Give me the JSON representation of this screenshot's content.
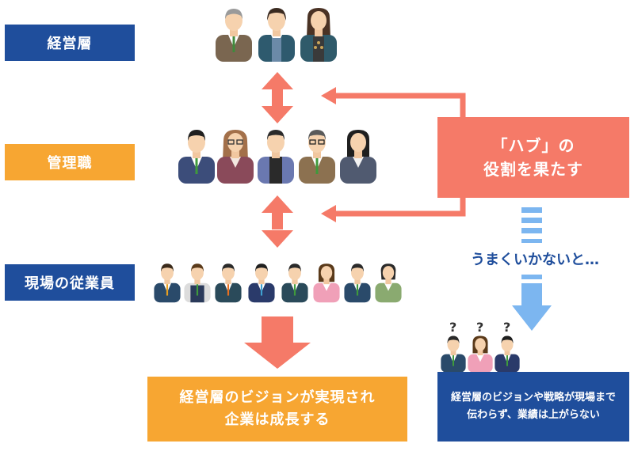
{
  "labels": {
    "executives": "経営層",
    "managers": "管理職",
    "staff": "現場の従業員"
  },
  "hub": {
    "line1": "「ハブ」の",
    "line2": "役割を果たす"
  },
  "result": {
    "line1": "経営層のビジョンが実現され",
    "line2": "企業は成長する"
  },
  "failure": {
    "caption": "うまくいかないと…",
    "line1": "経営層のビジョンや戦略が現場まで",
    "line2": "伝わらず、業績は上がらない",
    "question_mark": "?"
  },
  "colors": {
    "navy": "#1f4e9c",
    "orange": "#f7a632",
    "salmon": "#f57a68",
    "light_blue": "#7cb6f0"
  }
}
